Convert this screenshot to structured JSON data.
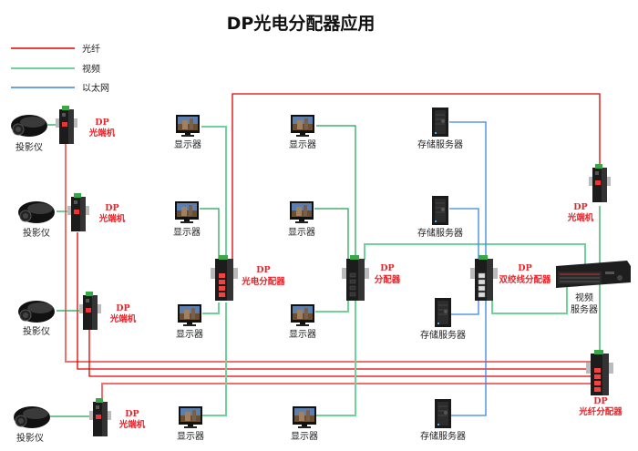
{
  "title": "DP光电分配器应用",
  "legend": [
    {
      "label": "光纤",
      "color": "#e00000"
    },
    {
      "label": "视频",
      "color": "#6fd29a"
    },
    {
      "label": "以太网",
      "color": "#3a84e0"
    }
  ],
  "colors": {
    "fiber": "#e00000",
    "fiber_light": "#f07070",
    "video": "#6fd29a",
    "video_dark": "#1fa050",
    "ethernet": "#3a84e0",
    "label_red": "#e8242a"
  },
  "projectors": [
    {
      "label": "投影仪"
    },
    {
      "label": "投影仪"
    },
    {
      "label": "投影仪"
    },
    {
      "label": "投影仪"
    }
  ],
  "converters": [
    {
      "line1": "DP",
      "line2": "光端机"
    },
    {
      "line1": "DP",
      "line2": "光端机"
    },
    {
      "line1": "DP",
      "line2": "光端机"
    },
    {
      "line1": "DP",
      "line2": "光端机"
    },
    {
      "line1": "DP",
      "line2": "光端机"
    }
  ],
  "monitors": [
    {
      "label": "显示器"
    },
    {
      "label": "显示器"
    },
    {
      "label": "显示器"
    },
    {
      "label": "显示器"
    },
    {
      "label": "显示器"
    },
    {
      "label": "显示器"
    },
    {
      "label": "显示器"
    },
    {
      "label": "显示器"
    }
  ],
  "splitters": {
    "optoelectric": {
      "line1": "DP",
      "line2": "光电分配器"
    },
    "dp": {
      "line1": "DP",
      "line2": "分配器"
    },
    "twisted_pair": {
      "line1": "DP",
      "line2": "双绞线分配器"
    },
    "fiber": {
      "line1": "DP",
      "line2": "光纤分配器"
    }
  },
  "storage_servers": [
    {
      "label": "存储服务器"
    },
    {
      "label": "存储服务器"
    },
    {
      "label": "存储服务器"
    },
    {
      "label": "存储服务器"
    }
  ],
  "video_server": {
    "line1": "视频",
    "line2": "服务器"
  }
}
